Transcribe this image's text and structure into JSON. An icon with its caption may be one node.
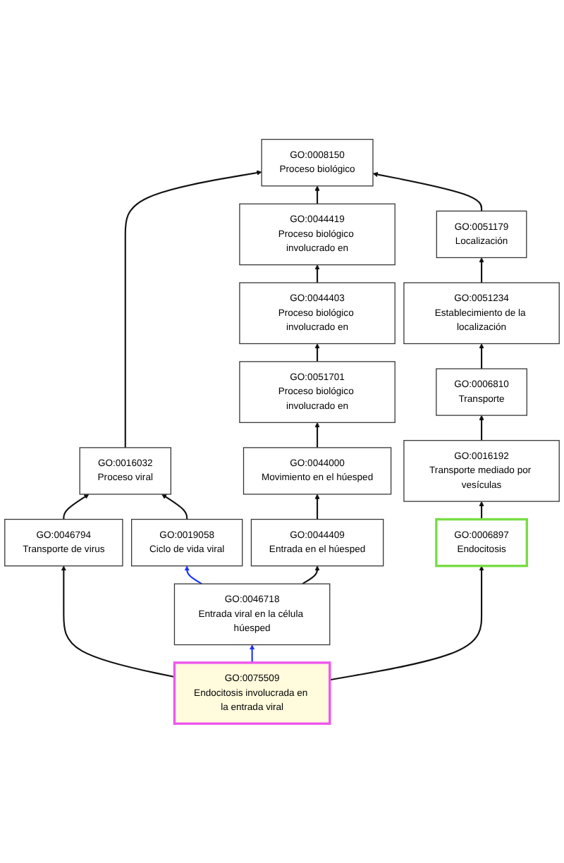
{
  "diagram": {
    "nodes": [
      {
        "text": [
          "GO:0008150",
          "Proceso biológico"
        ]
      },
      {
        "text": [
          "GO:0016032",
          "Proceso viral"
        ]
      },
      {
        "text": [
          "GO:0044419",
          "Proceso biológico involucrado en"
        ]
      },
      {
        "text": [
          "GO:0051179",
          "Localización"
        ]
      },
      {
        "text": [
          "GO:0044403",
          "Proceso biológico involucrado en"
        ]
      },
      {
        "text": [
          "GO:0051234",
          "Establecimiento de la localización"
        ]
      },
      {
        "text": [
          "GO:0051701",
          "Proceso biológico involucrado en"
        ]
      },
      {
        "text": [
          "GO:0006810",
          "Transporte"
        ]
      },
      {
        "text": [
          "GO:0046794",
          "Transporte de virus"
        ]
      },
      {
        "text": [
          "GO:0019058",
          "Ciclo de vida viral"
        ]
      },
      {
        "text": [
          "GO:0044000",
          "Movimiento en el húesped"
        ]
      },
      {
        "text": [
          "GO:0016192",
          "Transporte mediado por vesículas"
        ]
      },
      {
        "text": [
          "GO:0044409",
          "Entrada en el húesped"
        ]
      },
      {
        "text": [
          "GO:0046718",
          "Entrada viral en la célula húesped"
        ]
      },
      {
        "text": [
          "GO:0006897",
          "Endocitosis"
        ]
      },
      {
        "text": [
          "GO:0075509",
          "Endocitosis involucrada en la entrada viral"
        ]
      }
    ],
    "edges": [
      {
        "from": 1,
        "to": 0,
        "arrow": "to"
      },
      {
        "from": 2,
        "to": 0,
        "arrow": "to"
      },
      {
        "from": 3,
        "to": 0,
        "arrow": "to"
      },
      {
        "from": 4,
        "to": 2,
        "arrow": "to"
      },
      {
        "from": 5,
        "to": 3,
        "arrow": "to"
      },
      {
        "from": 6,
        "to": 4,
        "arrow": "to"
      },
      {
        "from": 7,
        "to": 5,
        "arrow": "to"
      },
      {
        "from": 8,
        "to": 1,
        "arrow": "to"
      },
      {
        "from": 9,
        "to": 1,
        "arrow": "to"
      },
      {
        "from": 10,
        "to": 6,
        "arrow": "to"
      },
      {
        "from": 11,
        "to": 7,
        "arrow": "to"
      },
      {
        "from": 12,
        "to": 10,
        "arrow": "to"
      },
      {
        "from": 13,
        "to": 9,
        "arrow": "to",
        "color": "#1a33ff"
      },
      {
        "from": 13,
        "to": 12,
        "arrow": "to"
      },
      {
        "from": 14,
        "to": 11,
        "arrow": "to"
      },
      {
        "from": 15,
        "to": 8,
        "arrow": "to"
      },
      {
        "from": 15,
        "to": 13,
        "arrow": "to",
        "color": "#1a33ff"
      },
      {
        "from": 15,
        "to": 14,
        "arrow": "to"
      }
    ]
  }
}
